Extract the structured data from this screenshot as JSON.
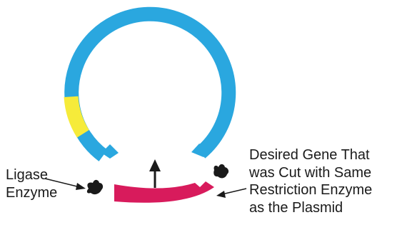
{
  "labels": {
    "ligase": [
      "Ligase",
      "Enzyme"
    ],
    "gene": [
      "Desired Gene That",
      "was Cut with Same",
      "Restriction Enzyme",
      "as the Plasmid"
    ]
  },
  "colors": {
    "plasmid": "#2aa7df",
    "marker_gene": "#f6eb3a",
    "desired_gene": "#d81b5c",
    "enzyme": "#1a1a1a",
    "text": "#1a1a1a"
  },
  "icons": {
    "ligase_left": "ligase-enzyme-icon",
    "ligase_right": "ligase-enzyme-icon",
    "insert_arrow": "up-arrow-icon"
  }
}
